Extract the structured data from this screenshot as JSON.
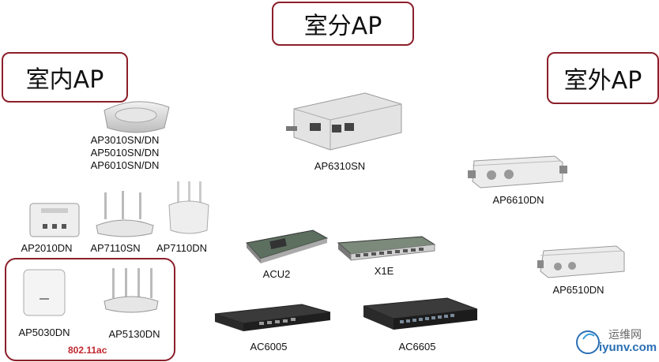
{
  "headers": {
    "indoor": "室内AP",
    "split": "室分AP",
    "outdoor": "室外AP"
  },
  "devices": {
    "ap3010": "AP3010SN/DN",
    "ap5010": "AP5010SN/DN",
    "ap6010": "AP6010SN/DN",
    "ap6310": "AP6310SN",
    "ap6610": "AP6610DN",
    "ap6510": "AP6510DN",
    "ap2010": "AP2010DN",
    "ap7110sn": "AP7110SN",
    "ap7110dn": "AP7110DN",
    "ap5030": "AP5030DN",
    "ap5130": "AP5130DN",
    "acu2": "ACU2",
    "x1e": "X1E",
    "ac6005": "AC6005",
    "ac6605": "AC6605"
  },
  "standard_label": "802.11ac",
  "watermark": {
    "cn": "运维网",
    "en": "iyunv.com"
  }
}
